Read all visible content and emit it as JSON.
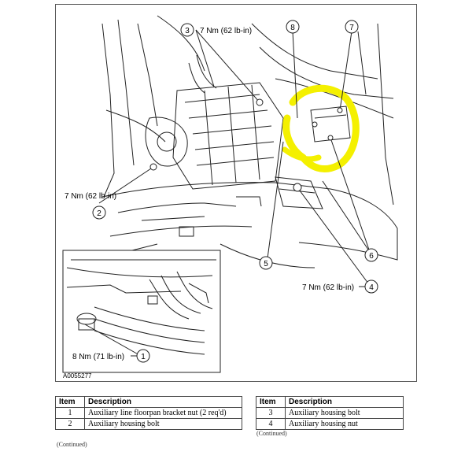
{
  "diagram": {
    "figure_id": "A0055277",
    "callouts": [
      {
        "num": "1",
        "torque": "8 Nm (71 lb-in)"
      },
      {
        "num": "2",
        "torque": "7 Nm (62 lb-in)"
      },
      {
        "num": "3",
        "torque": "7 Nm (62 lb-in)"
      },
      {
        "num": "4",
        "torque": "7 Nm (62 lb-in)"
      },
      {
        "num": "5",
        "torque": ""
      },
      {
        "num": "6",
        "torque": ""
      },
      {
        "num": "7",
        "torque": ""
      },
      {
        "num": "8",
        "torque": ""
      }
    ],
    "highlight_color": "#f4f000"
  },
  "table_left": {
    "headers": [
      "Item",
      "Description"
    ],
    "rows": [
      {
        "item": "1",
        "desc": "Auxiliary line floorpan bracket nut (2 req'd)"
      },
      {
        "item": "2",
        "desc": "Auxiliary housing bolt"
      }
    ],
    "footnote": "(Continued)"
  },
  "table_right": {
    "headers": [
      "Item",
      "Description"
    ],
    "rows": [
      {
        "item": "3",
        "desc": "Auxiliary housing bolt"
      },
      {
        "item": "4",
        "desc": "Auxiliary housing nut"
      }
    ],
    "footnote": "(Continued)"
  }
}
